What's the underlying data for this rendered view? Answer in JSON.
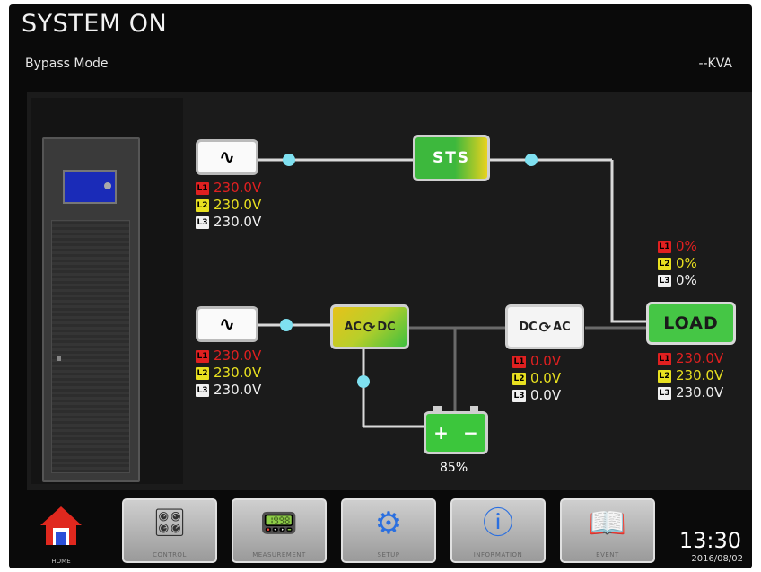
{
  "header": {
    "title": "SYSTEM ON",
    "mode": "Bypass Mode",
    "kva": "--KVA"
  },
  "colors": {
    "l1": "#e02020",
    "l2": "#e8e020",
    "l3": "#f0f0f0",
    "line": "#d9d9d9",
    "node": "#7fe0f0"
  },
  "icons": {
    "wave": "ac-sine-wave-icon",
    "battery_plus": "+",
    "battery_minus": "−"
  },
  "flow": {
    "sts_label": "STS",
    "rectifier": {
      "left": "AC",
      "right": "DC"
    },
    "inverter": {
      "left": "DC",
      "right": "AC"
    },
    "load_label": "LOAD",
    "battery_level": "85%"
  },
  "bypass_input": {
    "l1": "230.0V",
    "l2": "230.0V",
    "l3": "230.0V"
  },
  "main_input": {
    "l1": "230.0V",
    "l2": "230.0V",
    "l3": "230.0V"
  },
  "inverter_output": {
    "l1": "0.0V",
    "l2": "0.0V",
    "l3": "0.0V"
  },
  "load_percent": {
    "l1": "0%",
    "l2": "0%",
    "l3": "0%"
  },
  "load_voltage": {
    "l1": "230.0V",
    "l2": "230.0V",
    "l3": "230.0V"
  },
  "phase_tags": {
    "l1": "L1",
    "l2": "L2",
    "l3": "L3"
  },
  "nav": {
    "home": "HOME",
    "control": "CONTROL",
    "measurement": "MEASUREMENT",
    "setup": "SETUP",
    "information": "INFORMATION",
    "event": "EVENT"
  },
  "clock": {
    "time": "13:30",
    "date": "2016/08/02"
  }
}
